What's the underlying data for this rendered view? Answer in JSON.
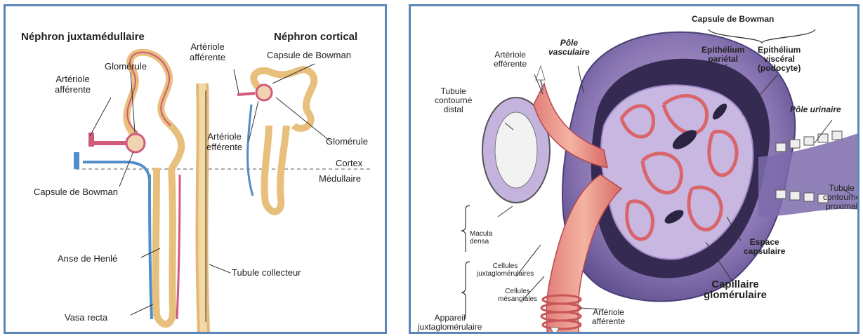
{
  "left": {
    "title_juxta": "Néphron juxtamédullaire",
    "title_cortical": "Néphron cortical",
    "labels": {
      "arteriole_afferente_top": "Artériole\nafférente",
      "capsule_bowman_top": "Capsule de Bowman",
      "glomerule_left": "Glomérule",
      "arteriole_afferente_left": "Artériole\nafférente",
      "arteriole_efferente": "Artériole\nefférente",
      "glomerule_right": "Glomérule",
      "cortex": "Cortex",
      "medullaire": "Médullaire",
      "capsule_bowman_bottom": "Capsule de Bowman",
      "anse_henle": "Anse de Henlé",
      "tubule_collecteur": "Tubule collecteur",
      "vasa_recta": "Vasa recta"
    }
  },
  "right": {
    "labels": {
      "capsule_bowman": "Capsule de Bowman",
      "pole_vasculaire": "Pôle\nvasculaire",
      "arteriole_efferente": "Artériole\nefférente",
      "tubule_contourne_distal": "Tubule\ncontourné\ndistal",
      "epithelium_parietal": "Epithélium\npariétal",
      "epithelium_visceral": "Epithélium\nviscéral\n(podocyte)",
      "pole_urinaire": "Pôle urinaire",
      "tubule_contourne_proximal": "Tubule\ncontourné\nproximal",
      "macula_densa": "Macula\ndensa",
      "cellules_juxtaglomerulaires": "Cellules\njuxtaglomérulaires",
      "cellules_mesangiales": "Cellules\nmésangiales",
      "espace_capsulaire": "Espace\ncapsulaire",
      "capillaire_glomerulaire": "Capillaire\nglomérulaire",
      "arteriole_afferente": "Artériole\nafférente",
      "appareil_juxtaglomerulaire": "Appareil\njuxtaglomérulaire"
    }
  },
  "colors": {
    "border": "#5b86b8",
    "tubule": "#f0cf8e",
    "artery": "#cf5a7a",
    "vein": "#4f8fc8",
    "capsule_violet": "#8a76b3"
  }
}
